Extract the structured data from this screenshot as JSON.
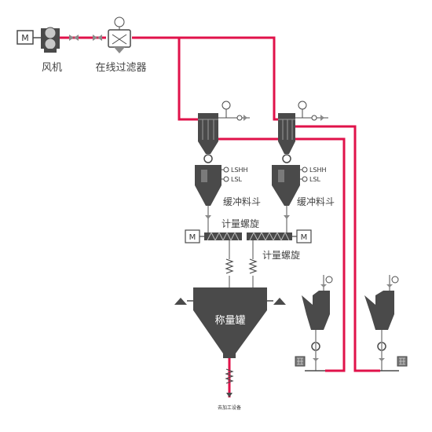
{
  "colors": {
    "pipe_red": "#e0124a",
    "equipment_dark": "#4a4a4a",
    "equipment_light": "#8a8a8a",
    "text": "#444444"
  },
  "motor_label": "M",
  "blower": {
    "label": "风机"
  },
  "inline_filter": {
    "label": "在线过滤器"
  },
  "buffer_hopper_left": {
    "label": "缓冲料斗",
    "level_high": "LSHH",
    "level_low": "LSL"
  },
  "buffer_hopper_right": {
    "label": "缓冲料斗",
    "level_high": "LSHH",
    "level_low": "LSL"
  },
  "metering_screw_left": {
    "label": "计量螺旋"
  },
  "metering_screw_right": {
    "label": "计量螺旋"
  },
  "weigh_tank": {
    "label": "称量罐"
  },
  "outlet": {
    "label": "去加工设备"
  }
}
